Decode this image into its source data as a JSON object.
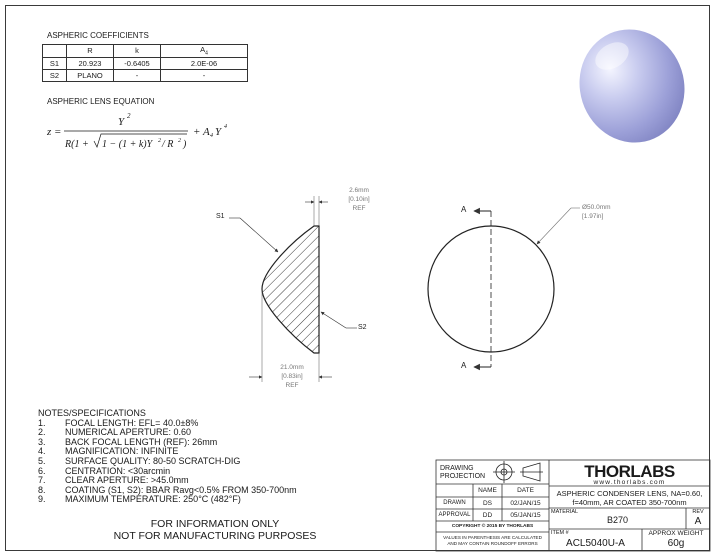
{
  "coefficients": {
    "title": "ASPHERIC COEFFICIENTS",
    "headers": [
      "",
      "R",
      "k",
      "A4"
    ],
    "rows": [
      [
        "S1",
        "20.923",
        "-0.6405",
        "2.0E-06"
      ],
      [
        "S2",
        "PLANO",
        "-",
        "-"
      ]
    ]
  },
  "equation": {
    "title": "ASPHERIC LENS EQUATION"
  },
  "drawing": {
    "s1_label": "S1",
    "s2_label": "S2",
    "thickness_mm": "2.6mm",
    "thickness_in": "[0.10in]",
    "thickness_ref": "REF",
    "length_mm": "21.0mm",
    "length_in": "[0.83in]",
    "length_ref": "REF",
    "diameter_mm": "Ø50.0mm",
    "diameter_in": "[1.97in]",
    "section_label": "A"
  },
  "notes": {
    "title": "NOTES/SPECIFICATIONS",
    "items": [
      {
        "num": "1.",
        "text": "FOCAL LENGTH: EFL= 40.0±8%"
      },
      {
        "num": "2.",
        "text": "NUMERICAL APERTURE: 0.60"
      },
      {
        "num": "3.",
        "text": "BACK FOCAL LENGTH (REF): 26mm"
      },
      {
        "num": "4.",
        "text": "MAGNIFICATION: INFINITE"
      },
      {
        "num": "5.",
        "text": "SURFACE QUALITY: 80-50 SCRATCH-DIG"
      },
      {
        "num": "6.",
        "text": "CENTRATION: <30arcmin"
      },
      {
        "num": "7.",
        "text": "CLEAR APERTURE: >45.0mm"
      },
      {
        "num": "8.",
        "text": "COATING (S1, S2): BBAR Ravg<0.5% FROM 350-700nm"
      },
      {
        "num": "9.",
        "text": "MAXIMUM TEMPERATURE: 250°C (482°F)"
      }
    ]
  },
  "disclaimer": {
    "line1": "FOR INFORMATION ONLY",
    "line2": "NOT FOR MANUFACTURING PURPOSES"
  },
  "title_block": {
    "projection_line1": "DRAWING",
    "projection_line2": "PROJECTION",
    "col_name": "NAME",
    "col_date": "DATE",
    "drawn_label": "DRAWN",
    "drawn_name": "DS",
    "drawn_date": "02/JAN/15",
    "approval_label": "APPROVAL",
    "approval_name": "DD",
    "approval_date": "05/JAN/15",
    "copyright": "COPYRIGHT © 2015 BY THORLABS",
    "values_note_1": "VALUES IN PARENTHESIS ARE CALCULATED",
    "values_note_2": "AND MAY CONTAIN ROUNDOFF ERRORS",
    "logo": "THORLABS",
    "website": "www.thorlabs.com",
    "description_1": "ASPHERIC CONDENSER LENS, NA=0.60,",
    "description_2": "f=40mm, AR COATED 350-700nm",
    "material_label": "MATERIAL",
    "material": "B270",
    "rev_label": "REV",
    "rev": "A",
    "item_label": "ITEM #",
    "item": "ACL5040U-A",
    "weight_label": "APPROX WEIGHT",
    "weight": "60g"
  }
}
